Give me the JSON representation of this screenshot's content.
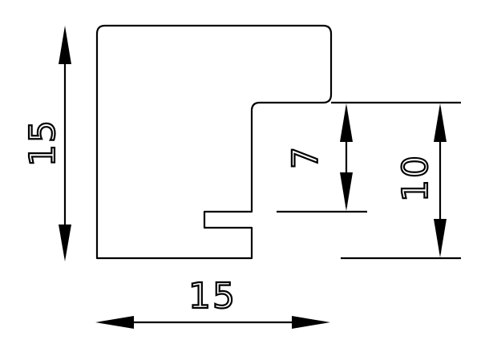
{
  "dimensions": {
    "overall_height": "15",
    "overall_width": "15",
    "step_height": "7",
    "right_height": "10"
  },
  "colors": {
    "line": "#000000",
    "background": "#ffffff"
  }
}
